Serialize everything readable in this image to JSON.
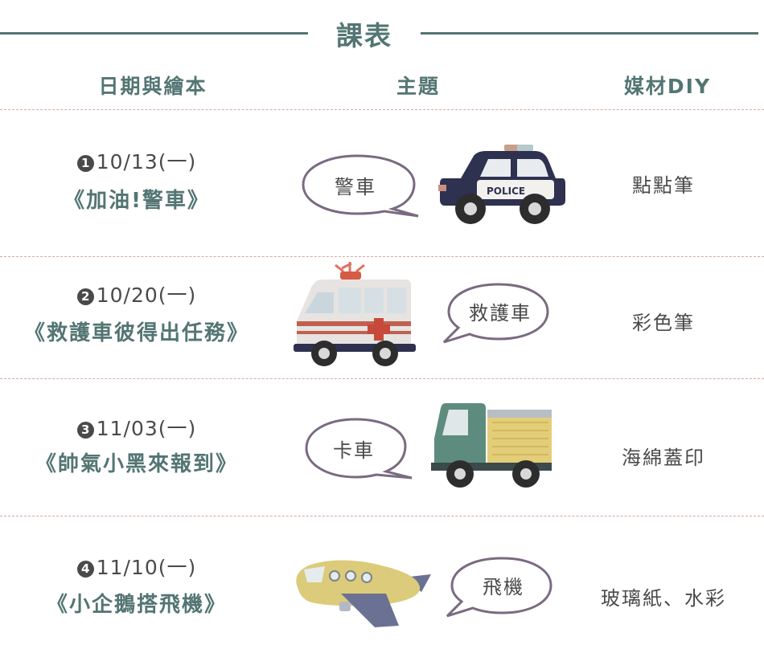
{
  "title": "課表",
  "headers": {
    "date_book": "日期與繪本",
    "theme": "主題",
    "media": "媒材DIY"
  },
  "rows": [
    {
      "num": "1",
      "date": "10/13(一)",
      "book": "《加油!警車》",
      "theme": "警車",
      "media": "點點筆",
      "vehicle_icon": "police-car-icon",
      "car_label": "POLICE"
    },
    {
      "num": "2",
      "date": "10/20(一)",
      "book": "《救護車彼得出任務》",
      "theme": "救護車",
      "media": "彩色筆",
      "vehicle_icon": "ambulance-icon"
    },
    {
      "num": "3",
      "date": "11/03(一)",
      "book": "《帥氣小黑來報到》",
      "theme": "卡車",
      "media": "海綿蓋印",
      "vehicle_icon": "truck-icon"
    },
    {
      "num": "4",
      "date": "11/10(一)",
      "book": "《小企鵝搭飛機》",
      "theme": "飛機",
      "media": "玻璃紙、水彩",
      "vehicle_icon": "airplane-icon"
    }
  ],
  "colors": {
    "accent": "#537573",
    "separator": "#d7a8a0",
    "bubble_border": "#7a6a80",
    "text": "#4a4a4a"
  }
}
